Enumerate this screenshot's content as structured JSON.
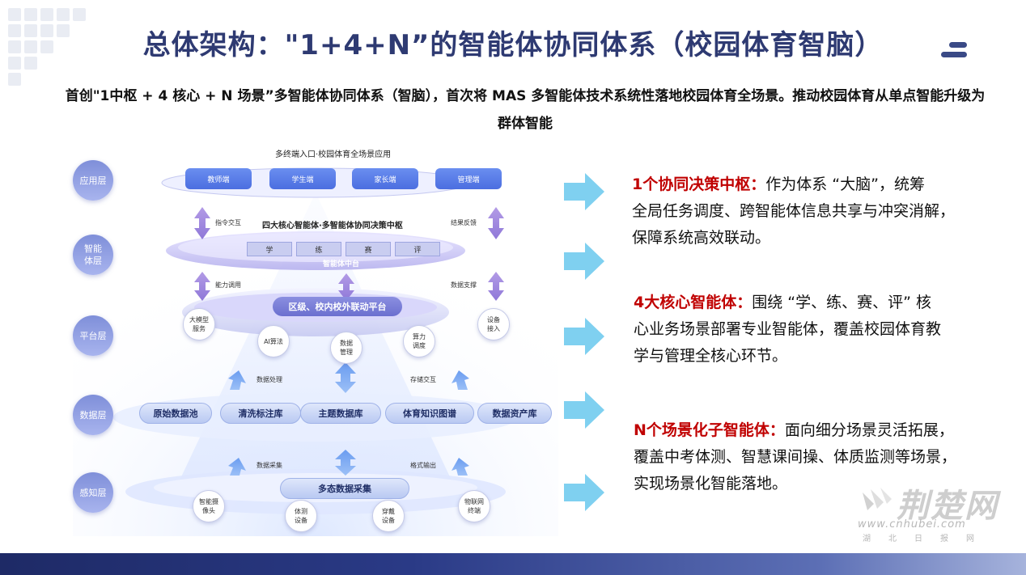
{
  "title": "总体架构：\"1+4+N”的智能体协同体系（校园体育智脑）",
  "subtitle": "首创\"1中枢 + 4 核心 + N 场景”多智能体协同体系（智脑），首次将 MAS 多智能体技术系统性落地校园体育全场景。推动校园体育从单点智能升级为群体智能",
  "diagram": {
    "top_caption": "多终端入口·校园体育全场景应用",
    "layers": [
      "应用层",
      "智能体层",
      "平台层",
      "数据层",
      "感知层"
    ],
    "layers_display": {
      "l1": "应用层",
      "l2a": "智能",
      "l2b": "体层",
      "l3": "平台层",
      "l4": "数据层",
      "l5": "感知层"
    },
    "apps": [
      "教师端",
      "学生端",
      "家长端",
      "管理端"
    ],
    "arrow_labels": {
      "cmd": "指令交互",
      "feedback": "结果反馈",
      "capability": "能力调用",
      "data_support": "数据支撑",
      "data_process": "数据处理",
      "storage": "存储交互",
      "data_collect": "数据采集",
      "format_output": "格式输出"
    },
    "core_title": "四大核心智能体·多智能体协同决策中枢",
    "core_items": [
      "学",
      "练",
      "赛",
      "评"
    ],
    "agent_platform": "智能体中台",
    "platform_pill": "区级、校内校外联动平台",
    "platform_nodes": {
      "llm_a": "大模型",
      "llm_b": "服务",
      "ai": "AI算法",
      "dm_a": "数据",
      "dm_b": "管理",
      "cs_a": "算力",
      "cs_b": "调度",
      "dev_a": "设备",
      "dev_b": "接入"
    },
    "data_pills": [
      "原始数据池",
      "清洗标注库",
      "主题数据库",
      "体育知识图谱",
      "数据资产库"
    ],
    "sense_pill": "多态数据采集",
    "sense_nodes": {
      "cam_a": "智能摄",
      "cam_b": "像头",
      "test_a": "体测",
      "test_b": "设备",
      "wear_a": "穿戴",
      "wear_b": "设备",
      "iot_a": "物联网",
      "iot_b": "终端"
    }
  },
  "blocks": [
    {
      "lead": "1个协同决策中枢：",
      "lines": [
        "作为体系 “大脑”，统筹",
        "全局任务调度、跨智能体信息共享与冲突消解，",
        "保障系统高效联动。"
      ]
    },
    {
      "lead": "4大核心智能体：",
      "lines": [
        "围绕 “学、练、赛、评” 核",
        "心业务场景部署专业智能体，覆盖校园体育教",
        "学与管理全核心环节。"
      ]
    },
    {
      "lead": "N个场景化子智能体：",
      "lines": [
        "面向细分场景灵活拓展，",
        "覆盖中考体测、智慧课间操、体质监测等场景，",
        "实现场景化智能落地。"
      ]
    }
  ],
  "watermark": {
    "title": "荆楚网",
    "url": "www.cnhubei.com",
    "sub": "湖北日报网"
  },
  "colors": {
    "title": "#2e3a72",
    "lead": "#c00000",
    "arrow": "#7fd0f0",
    "badge": "#8f9ce0"
  }
}
